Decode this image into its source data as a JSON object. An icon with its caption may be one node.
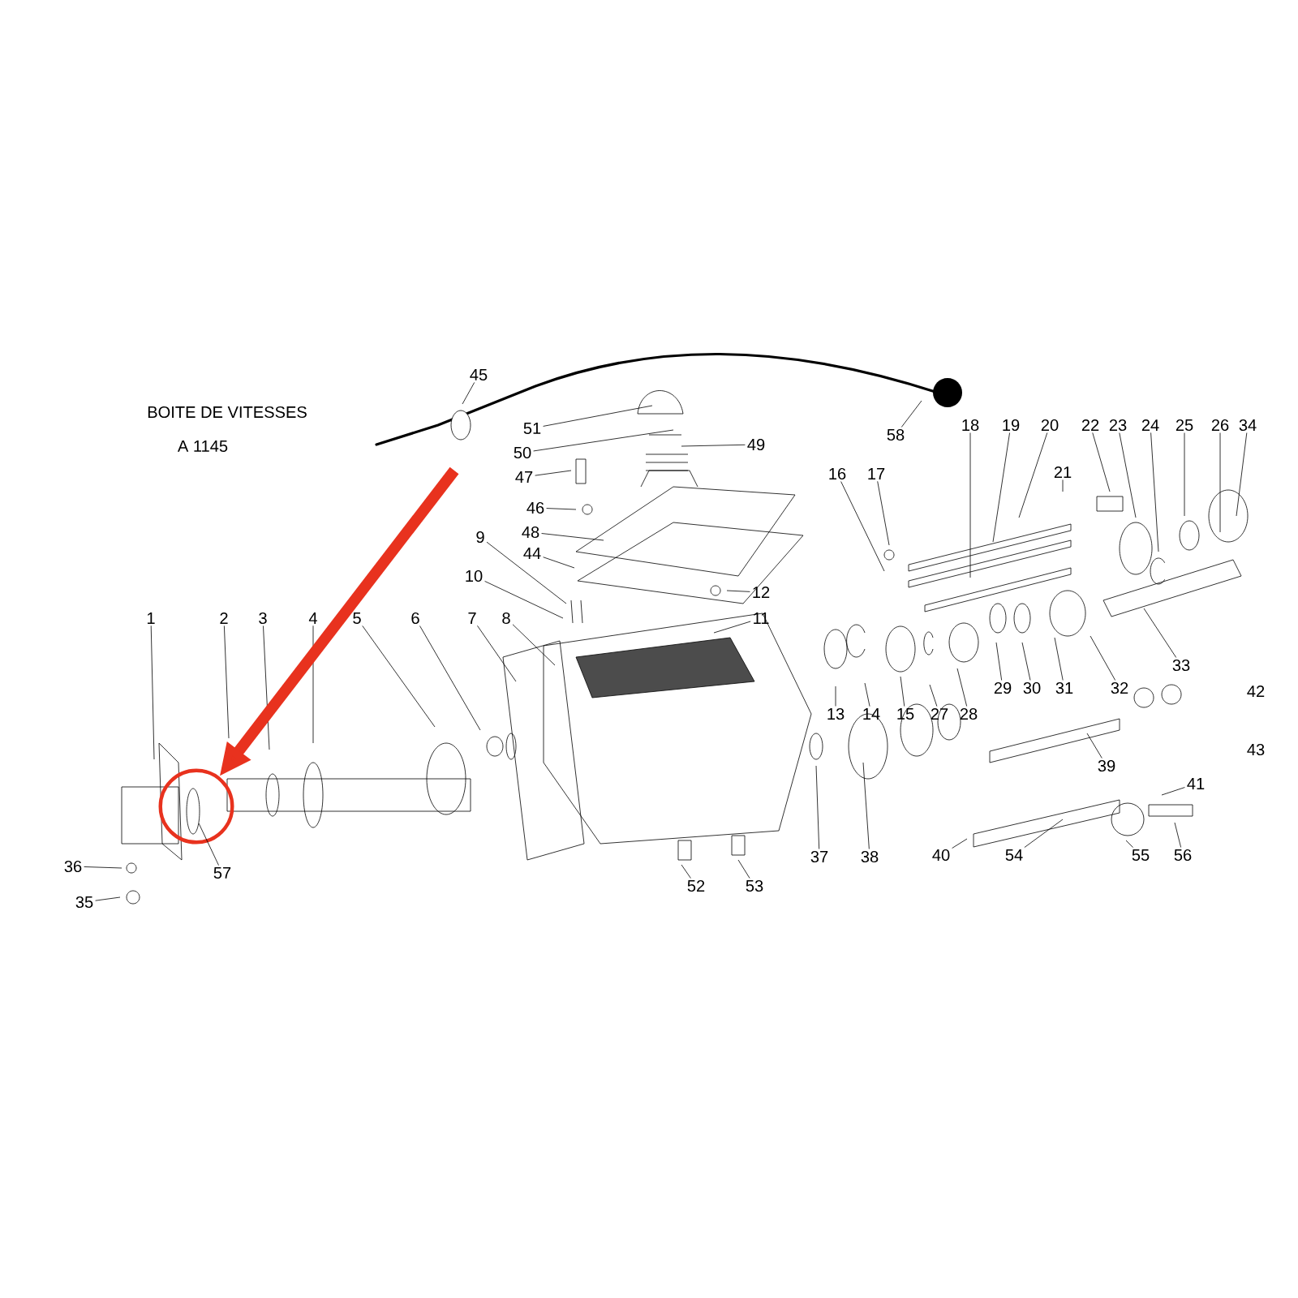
{
  "diagram": {
    "title": "BOITE DE VITESSES",
    "nodes": [
      {
        "text": [
          "1"
        ]
      },
      {
        "text": [
          "2"
        ]
      },
      {
        "text": [
          "3"
        ]
      },
      {
        "text": [
          "4"
        ]
      },
      {
        "text": [
          "5"
        ]
      },
      {
        "text": [
          "6"
        ]
      },
      {
        "text": [
          "7"
        ]
      },
      {
        "text": [
          "8"
        ]
      },
      {
        "text": [
          "9"
        ]
      },
      {
        "text": [
          "10"
        ]
      },
      {
        "text": [
          "11"
        ]
      },
      {
        "text": [
          "12"
        ]
      },
      {
        "text": [
          "13"
        ]
      },
      {
        "text": [
          "14"
        ]
      },
      {
        "text": [
          "15"
        ]
      },
      {
        "text": [
          "16"
        ]
      },
      {
        "text": [
          "17"
        ]
      },
      {
        "text": [
          "18"
        ]
      },
      {
        "text": [
          "19"
        ]
      },
      {
        "text": [
          "20"
        ]
      },
      {
        "text": [
          "21"
        ]
      },
      {
        "text": [
          "22"
        ]
      },
      {
        "text": [
          "23"
        ]
      },
      {
        "text": [
          "24"
        ]
      },
      {
        "text": [
          "25"
        ]
      },
      {
        "text": [
          "26"
        ]
      },
      {
        "text": [
          "27"
        ]
      },
      {
        "text": [
          "28"
        ]
      },
      {
        "text": [
          "29"
        ]
      },
      {
        "text": [
          "30"
        ]
      },
      {
        "text": [
          "31"
        ]
      },
      {
        "text": [
          "32"
        ]
      },
      {
        "text": [
          "33"
        ]
      },
      {
        "text": [
          "34"
        ]
      },
      {
        "text": [
          "35"
        ]
      },
      {
        "text": [
          "36"
        ]
      },
      {
        "text": [
          "37"
        ]
      },
      {
        "text": [
          "38"
        ]
      },
      {
        "text": [
          "39"
        ]
      },
      {
        "text": [
          "40"
        ]
      },
      {
        "text": [
          "41"
        ]
      },
      {
        "text": [
          "44"
        ]
      },
      {
        "text": [
          "45"
        ]
      },
      {
        "text": [
          "46"
        ]
      },
      {
        "text": [
          "47"
        ]
      },
      {
        "text": [
          "48"
        ]
      },
      {
        "text": [
          "49"
        ]
      },
      {
        "text": [
          "50"
        ]
      },
      {
        "text": [
          "51"
        ]
      },
      {
        "text": [
          "52"
        ]
      },
      {
        "text": [
          "53"
        ]
      },
      {
        "text": [
          "54"
        ]
      },
      {
        "text": [
          "55"
        ]
      },
      {
        "text": [
          "56"
        ]
      },
      {
        "text": [
          "57"
        ]
      },
      {
        "text": [
          "58"
        ]
      },
      {
        "text": [],
        "shape": "circle"
      },
      {
        "text": [],
        "shape": "ellipse",
        "in": 56
      }
    ],
    "edges": [
      {
        "from": 0,
        "to": null,
        "arrow": "none"
      },
      {
        "from": 1,
        "to": null,
        "arrow": "none"
      },
      {
        "from": 2,
        "to": null,
        "arrow": "none"
      },
      {
        "from": 3,
        "to": null,
        "arrow": "none"
      },
      {
        "from": 4,
        "to": null,
        "arrow": "none"
      },
      {
        "from": 5,
        "to": null,
        "arrow": "none"
      },
      {
        "from": 6,
        "to": null,
        "arrow": "none"
      },
      {
        "from": 7,
        "to": null,
        "arrow": "none"
      },
      {
        "from": 8,
        "to": null,
        "arrow": "none"
      },
      {
        "from": 9,
        "to": null,
        "arrow": "none"
      },
      {
        "from": 10,
        "to": null,
        "arrow": "none"
      },
      {
        "from": 11,
        "to": null,
        "arrow": "none"
      },
      {
        "from": 12,
        "to": null,
        "arrow": "none"
      },
      {
        "from": 13,
        "to": null,
        "arrow": "none"
      },
      {
        "from": 14,
        "to": null,
        "arrow": "none"
      },
      {
        "from": 15,
        "to": null,
        "arrow": "none"
      },
      {
        "from": 16,
        "to": null,
        "arrow": "none"
      },
      {
        "from": 17,
        "to": null,
        "arrow": "none"
      },
      {
        "from": 18,
        "to": null,
        "arrow": "none"
      },
      {
        "from": 19,
        "to": null,
        "arrow": "none"
      },
      {
        "from": 20,
        "to": null,
        "arrow": "none"
      },
      {
        "from": 21,
        "to": null,
        "arrow": "none"
      },
      {
        "from": 22,
        "to": null,
        "arrow": "none"
      },
      {
        "from": 23,
        "to": null,
        "arrow": "none"
      },
      {
        "from": 24,
        "to": null,
        "arrow": "none"
      },
      {
        "from": 25,
        "to": null,
        "arrow": "none"
      },
      {
        "from": 26,
        "to": null,
        "arrow": "none"
      },
      {
        "from": 27,
        "to": null,
        "arrow": "none"
      },
      {
        "from": 28,
        "to": null,
        "arrow": "none"
      },
      {
        "from": 29,
        "to": null,
        "arrow": "none"
      },
      {
        "from": 30,
        "to": null,
        "arrow": "none"
      },
      {
        "from": 31,
        "to": null,
        "arrow": "none"
      },
      {
        "from": 32,
        "to": null,
        "arrow": "none"
      },
      {
        "from": 33,
        "to": null,
        "arrow": "none"
      },
      {
        "from": 34,
        "to": null,
        "arrow": "none"
      },
      {
        "from": 35,
        "to": null,
        "arrow": "none"
      },
      {
        "from": 36,
        "to": null,
        "arrow": "none"
      },
      {
        "from": 37,
        "to": null,
        "arrow": "none"
      },
      {
        "from": 38,
        "to": null,
        "arrow": "none"
      },
      {
        "from": 39,
        "to": null,
        "arrow": "none"
      },
      {
        "from": 40,
        "to": null,
        "arrow": "none"
      },
      {
        "from": 41,
        "to": null,
        "arrow": "none"
      },
      {
        "from": 42,
        "to": null,
        "arrow": "none"
      },
      {
        "from": 43,
        "to": null,
        "arrow": "none"
      },
      {
        "from": 44,
        "to": null,
        "arrow": "none"
      },
      {
        "from": 45,
        "to": null,
        "arrow": "none"
      },
      {
        "from": 46,
        "to": null,
        "arrow": "none"
      },
      {
        "from": 47,
        "to": null,
        "arrow": "none"
      },
      {
        "from": 48,
        "to": null,
        "arrow": "none"
      },
      {
        "from": 49,
        "to": null,
        "arrow": "none"
      },
      {
        "from": 50,
        "to": null,
        "arrow": "none"
      },
      {
        "from": 51,
        "to": null,
        "arrow": "none"
      },
      {
        "from": 52,
        "to": null,
        "arrow": "none"
      },
      {
        "from": 53,
        "to": null,
        "arrow": "none"
      },
      {
        "from": 54,
        "to": 57,
        "arrow": "none"
      },
      {
        "from": 55,
        "to": null,
        "arrow": "none"
      },
      {
        "from": null,
        "to": 56,
        "arrow": "to",
        "style": "thick",
        "color": "#e8321e"
      }
    ],
    "labels": [
      "A 1145",
      "42",
      "43"
    ]
  }
}
